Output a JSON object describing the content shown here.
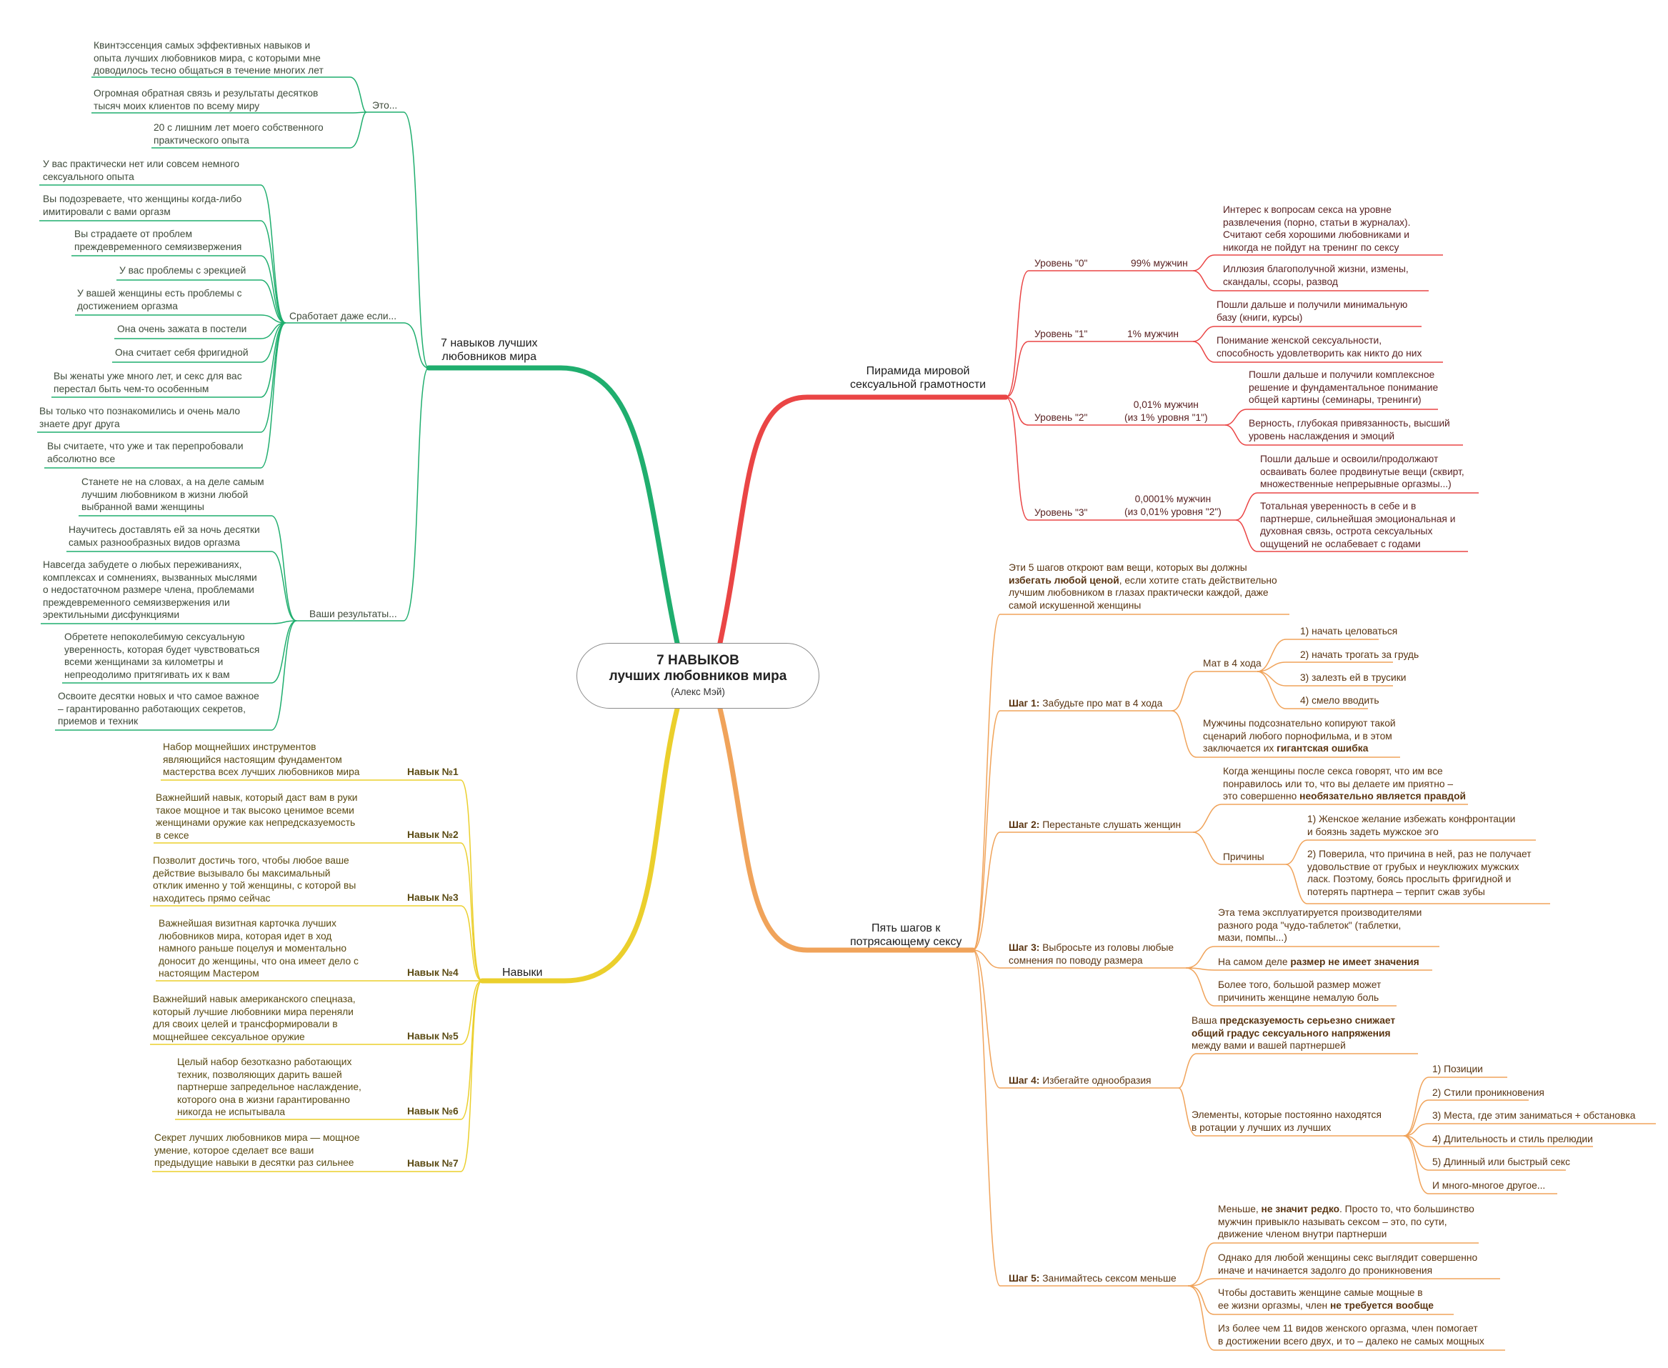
{
  "center": {
    "line1": "7 НАВЫКОВ",
    "line2": "лучших любовников мира",
    "line3": "(Алекс Мэй)"
  },
  "colors": {
    "green": "#1fae6e",
    "red": "#ea4545",
    "orange": "#f0a35a",
    "yellow": "#ebcf2c"
  },
  "green": {
    "title_l1": "7 навыков лучших",
    "title_l2": "любовников мира",
    "eto": {
      "label": "Это...",
      "items": [
        [
          "Квинтэссенция самых эффективных навыков и",
          "опыта лучших любовников мира, с которыми мне",
          "доводилось тесно общаться в течение многих лет"
        ],
        [
          "Огромная обратная связь и результаты десятков",
          "тысяч моих клиентов по всему миру"
        ],
        [
          "20 с лишним лет моего собственного",
          "практического опыта"
        ]
      ]
    },
    "srab": {
      "label": "Сработает даже если...",
      "items": [
        [
          "У вас практически нет или совсем немного",
          "сексуального опыта"
        ],
        [
          "Вы подозреваете, что женщины когда-либо",
          "имитировали с вами оргазм"
        ],
        [
          "Вы страдаете от проблем",
          "преждевременного семяизвержения"
        ],
        [
          "У вас проблемы с эрекцией"
        ],
        [
          "У вашей женщины есть проблемы с",
          "достижением оргазма"
        ],
        [
          "Она очень зажата в постели"
        ],
        [
          "Она считает себя фригидной"
        ],
        [
          "Вы женаты уже много лет, и секс для вас",
          "перестал быть чем-то особенным"
        ],
        [
          "Вы только что познакомились и очень мало",
          "знаете друг друга"
        ],
        [
          "Вы считаете, что уже и так перепробовали",
          "абсолютно все"
        ]
      ]
    },
    "res": {
      "label": "Ваши результаты...",
      "items": [
        [
          "Станете не на словах, а на деле самым",
          "лучшим любовником в жизни любой",
          "выбранной вами женщины"
        ],
        [
          "Научитесь доставлять ей за ночь десятки",
          "самых разнообразных видов оргазма"
        ],
        [
          "Навсегда забудете о любых переживаниях,",
          "комплексах и сомнениях, вызванных мыслями",
          "о недостаточном размере члена, проблемами",
          "преждевременного семяизвержения или",
          "эректильными дисфункциями"
        ],
        [
          "Обретете непоколебимую сексуальную",
          "уверенность, которая будет чувствоваться",
          "всеми женщинами за километры и",
          "непреодолимо притягивать их к вам"
        ],
        [
          "Освоите десятки новых и что самое важное",
          "– гарантированно работающих секретов,",
          "приемов и техник"
        ]
      ]
    }
  },
  "yellow": {
    "title": "Навыки",
    "skills": [
      {
        "label": "Навык №1",
        "text": [
          "Набор мощнейших инструментов",
          "являющийся настоящим фундаментом",
          "мастерства всех лучших любовников мира"
        ]
      },
      {
        "label": "Навык №2",
        "text": [
          "Важнейший навык, который даст вам в руки",
          "такое мощное и так высоко ценимое всеми",
          "женщинами оружие как непредсказуемость",
          "в сексе"
        ]
      },
      {
        "label": "Навык №3",
        "text": [
          "Позволит достичь того, чтобы любое ваше",
          "действие вызывало бы максимальный",
          "отклик именно у той женщины, с которой вы",
          "находитесь прямо сейчас"
        ]
      },
      {
        "label": "Навык №4",
        "text": [
          "Важнейшая визитная карточка лучших",
          "любовников мира, которая идет в ход",
          "намного раньше поцелуя и моментально",
          "доносит до женщины, что она имеет дело с",
          "настоящим Мастером"
        ]
      },
      {
        "label": "Навык №5",
        "text": [
          "Важнейший навык американского спецназа,",
          "который лучшие любовники мира переняли",
          "для своих целей и трансформировали в",
          "мощнейшее сексуальное оружие"
        ]
      },
      {
        "label": "Навык №6",
        "text": [
          "Целый набор безотказно работающих",
          "техник, позволяющих дарить вашей",
          "партнерше запредельное наслаждение,",
          "которого она в жизни гарантированно",
          "никогда не испытывала"
        ]
      },
      {
        "label": "Навык №7",
        "text": [
          "Секрет лучших любовников мира — мощное",
          "умение, которое сделает все ваши",
          "предыдущие навыки в десятки раз сильнее"
        ]
      }
    ]
  },
  "red": {
    "title_l1": "Пирамида мировой",
    "title_l2": "сексуальной грамотности",
    "levels": [
      {
        "label": "Уровень \"0\"",
        "men": [
          "99% мужчин"
        ],
        "items": [
          [
            "Интерес к вопросам секса на уровне",
            "развлечения (порно, статьи в журналах).",
            "Считают себя хорошими любовниками и",
            "никогда не пойдут на тренинг по сексу"
          ],
          [
            "Иллюзия благополучной жизни, измены,",
            "скандалы, ссоры, развод"
          ]
        ]
      },
      {
        "label": "Уровень \"1\"",
        "men": [
          "1% мужчин"
        ],
        "items": [
          [
            "Пошли дальше и получили минимальную",
            "базу (книги, курсы)"
          ],
          [
            "Понимание женской сексуальности,",
            "способность удовлетворить как никто до них"
          ]
        ]
      },
      {
        "label": "Уровень \"2\"",
        "men": [
          "0,01% мужчин",
          "(из 1% уровня \"1\")"
        ],
        "items": [
          [
            "Пошли дальше и получили комплексное",
            "решение и фундаментальное понимание",
            "общей картины (семинары, тренинги)"
          ],
          [
            "Верность, глубокая привязанность, высший",
            "уровень наслаждения и эмоций"
          ]
        ]
      },
      {
        "label": "Уровень \"3\"",
        "men": [
          "0,0001% мужчин",
          "(из 0,01% уровня \"2\")"
        ],
        "items": [
          [
            "Пошли дальше и освоили/продолжают",
            "осваивать более продвинутые вещи (сквирт,",
            "множественные непрерывные оргазмы...)"
          ],
          [
            "Тотальная уверенность в себе и в",
            "партнерше, сильнейшая эмоциональная и",
            "духовная связь, острота сексуальных",
            "ощущений не ослабевает с годами"
          ]
        ]
      }
    ]
  },
  "orange": {
    "title_l1": "Пять шагов к",
    "title_l2": "потрясающему сексу",
    "intro": {
      "l1": "Эти 5 шагов откроют вам вещи, которых вы должны",
      "l2_bold": "избегать любой ценой",
      "l2_rest": ", если хотите стать действительно",
      "l3": "лучшим любовником в глазах практически каждой, даже",
      "l4": "самой искушенной женщины"
    },
    "step1": {
      "prefix": "Шаг 1:",
      "label": " Забудьте про мат в 4 хода",
      "mat": "Мат в 4 хода",
      "moves": [
        "1) начать целоваться",
        "2) начать трогать за грудь",
        "3) залезть ей в трусики",
        "4) смело вводить"
      ],
      "copy_l1": "Мужчины подсознательно копируют такой",
      "copy_l2": "сценарий любого порнофильма, и в этом",
      "copy_l3": "заключается их ",
      "copy_bold": "гигантская ошибка"
    },
    "step2": {
      "prefix": "Шаг 2:",
      "label": " Перестаньте слушать женщин",
      "when_l1": "Когда женщины после секса говорят, что им все",
      "when_l2": "понравилось или то, что вы делаете им приятно –",
      "when_l3": "это совершенно ",
      "when_bold": "необязательно является правдой",
      "reasons": "Причины",
      "reason_items": [
        [
          "1) Женское желание избежать конфронтации",
          "и боязнь задеть мужское эго"
        ],
        [
          "2) Поверила, что причина в ней, раз не получает",
          "удовольствие от грубых и неуклюжих мужских",
          "ласк. Поэтому, боясь прослыть фригидной и",
          "потерять партнера – терпит сжав зубы"
        ]
      ]
    },
    "step3": {
      "prefix": "Шаг 3:",
      "label_l1": " Выбросьте из головы любые",
      "label_l2": "сомнения по поводу размера",
      "theme": [
        "Эта тема эксплуатируется производителями",
        "разного рода  \"чудо-таблеток\" (таблетки,",
        "мази, помпы...)"
      ],
      "real_pre": "На самом деле ",
      "real_bold": "размер не имеет значения",
      "more": [
        "Более того, большой размер может",
        "причинить женщине немалую боль"
      ]
    },
    "step4": {
      "prefix": "Шаг 4:",
      "label": " Избегайте однообразия",
      "pred_pre": "Ваша ",
      "pred_bold1": "предсказуемость серьезно снижает",
      "pred_bold2": "общий градус сексуального напряжения",
      "pred_l3": "между вами и вашей партнершей",
      "elem": [
        "Элементы, которые постоянно находятся",
        "в ротации у лучших из лучших"
      ],
      "elem_items": [
        "1) Позиции",
        "2) Стили проникновения",
        "3) Места, где этим заниматься + обстановка",
        "4) Длительность и стиль прелюдии",
        "5) Длинный или быстрый секс",
        "И много-многое другое..."
      ]
    },
    "step5": {
      "prefix": "Шаг 5:",
      "label": " Занимайтесь сексом меньше",
      "less_pre": "Меньше, ",
      "less_bold": "не значит редко",
      "less_rest": ". Просто то, что большинство",
      "less_l2": "мужчин привыкло называть сексом – это, по сути,",
      "less_l3": "движение членом внутри партнерши",
      "however": [
        "Однако для любой женщины секс выглядит совершенно",
        "иначе и начинается задолго до проникновения"
      ],
      "deliver_l1": "Чтобы доставить женщине самые мощные в",
      "deliver_pre": "ее жизни оргазмы, член ",
      "deliver_bold": "не требуется вообще",
      "of": [
        "Из более чем 11 видов женского оргазма, член помогает",
        "в достижении всего двух, и то – далеко не самых мощных"
      ]
    }
  }
}
